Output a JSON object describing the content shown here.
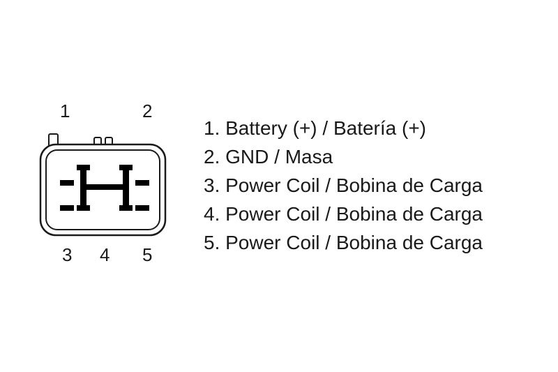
{
  "diagram": {
    "description": "5-pin connector pinout drawing",
    "pin_labels": {
      "p1": "1",
      "p2": "2",
      "p3": "3",
      "p4": "4",
      "p5": "5"
    },
    "colors": {
      "outline": "#1a1a1a",
      "terminal_fill": "#000000",
      "background": "#ffffff"
    }
  },
  "legend": {
    "lines": [
      "1. Battery (+) / Batería (+)",
      "2. GND / Masa",
      "3. Power Coil / Bobina de Carga",
      "4. Power Coil / Bobina de Carga",
      "5. Power Coil / Bobina de Carga"
    ]
  }
}
